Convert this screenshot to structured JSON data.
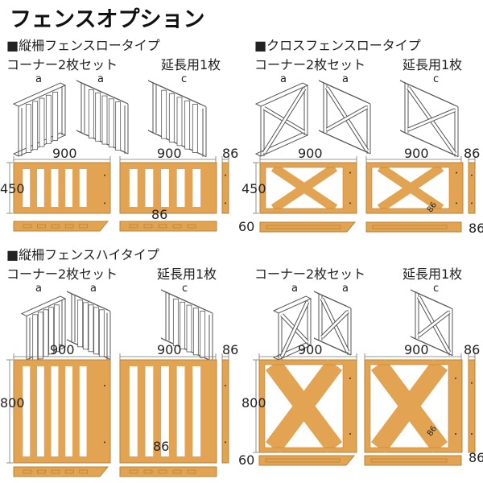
{
  "title": "フェンスオプション",
  "colors": {
    "wood": "#E2A452",
    "wood_edge": "#B98436",
    "outline": "#555555",
    "text": "#222222"
  },
  "sections": [
    {
      "heading": "■縦柵フェンスロータイプ",
      "corner": "コーナー2枚セット",
      "extension": "延長用1枚",
      "labels": [
        "a",
        "a",
        "c"
      ],
      "type": "vertical-slat",
      "width_left": "900",
      "width_right": "900",
      "depth": "86",
      "height": "450",
      "slat_width": "86"
    },
    {
      "heading": "■クロスフェンスロータイプ",
      "corner": "コーナー2枚セット",
      "extension": "延長用1枚",
      "labels": [
        "a",
        "a",
        "c"
      ],
      "type": "cross",
      "width_left": "900",
      "width_right": "900",
      "depth": "86",
      "height": "450",
      "diagonal_width": "86",
      "base_height": "60",
      "base_depth": "86"
    },
    {
      "heading": "■縦柵フェンスハイタイプ",
      "corner": "コーナー2枚セット",
      "extension": "延長用1枚",
      "labels": [
        "a",
        "a",
        "c"
      ],
      "type": "vertical-slat",
      "width_left": "900",
      "width_right": "900",
      "depth": "86",
      "height": "800",
      "slat_width": "86"
    },
    {
      "corner": "コーナー2枚セット",
      "extension": "延長用1枚",
      "labels": [
        "a",
        "a",
        "c"
      ],
      "type": "cross",
      "width_left": "900",
      "width_right": "900",
      "depth": "86",
      "height": "800",
      "diagonal_width": "86",
      "base_height": "60",
      "base_depth": "86"
    }
  ]
}
